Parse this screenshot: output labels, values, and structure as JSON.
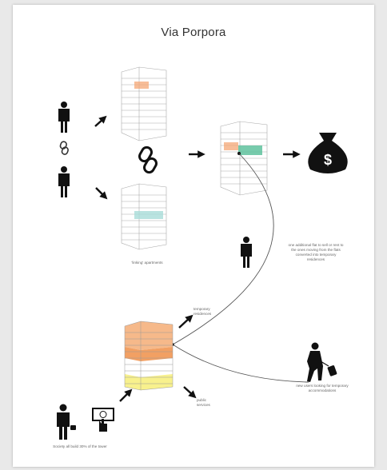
{
  "title": "Via Porpora",
  "labels": {
    "linked_apartments": "'linking' apartments",
    "sell_or_rent": "one additional flat to sell or rent to the ones moving from the flats converted into temporary residences",
    "temporary_residences": "temporary residences",
    "public_services": "public services",
    "people_looking": "new users looking for temporary accommodations",
    "society_builds": "Society all build 30% of the tower"
  },
  "icons": [
    "person-icon",
    "chain-link-icon",
    "arrow-icon",
    "money-bag-icon",
    "traveler-with-suitcase-icon",
    "businessman-icon",
    "money-screen-icon"
  ],
  "colors": {
    "highlight_orange": "#f4a775",
    "highlight_teal": "#a8dcd8",
    "highlight_green": "#5fc29e",
    "highlight_yellow": "#f8f18d",
    "line": "#888888",
    "ink": "#111111"
  }
}
